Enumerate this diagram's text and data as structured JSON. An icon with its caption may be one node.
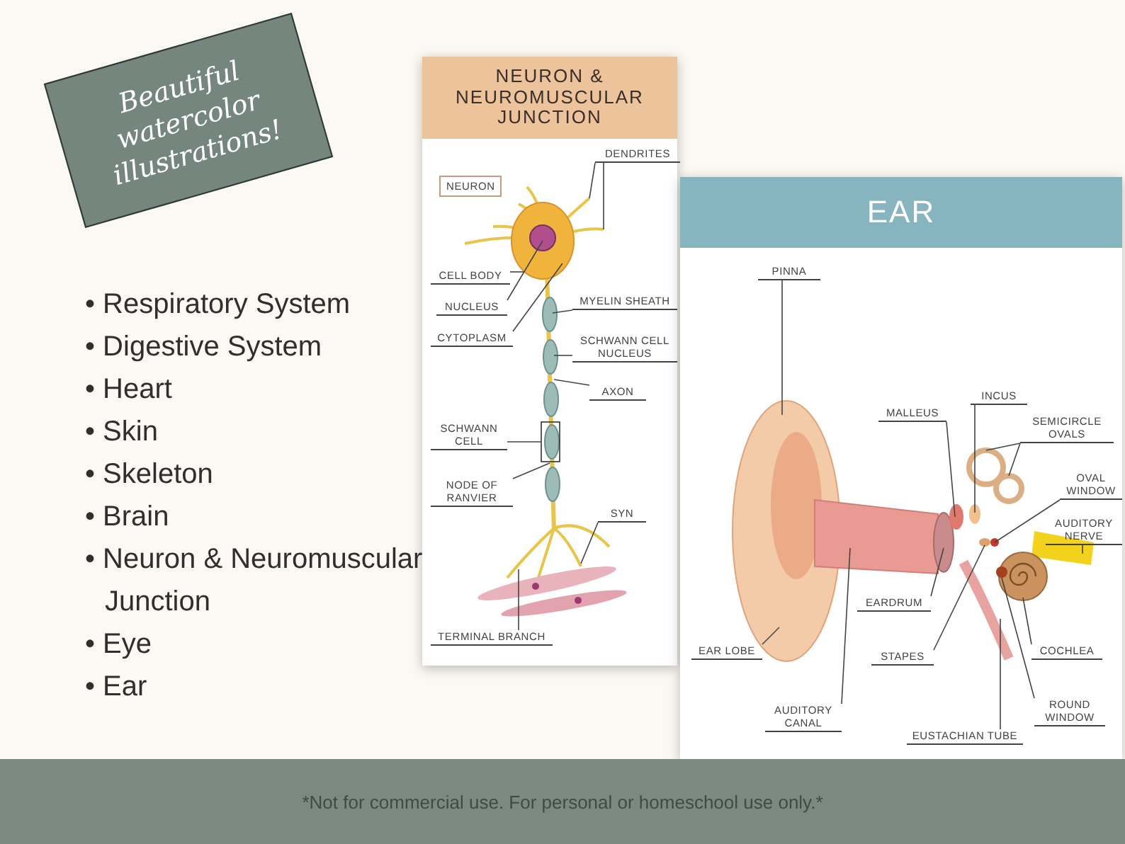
{
  "diagram": {
    "nodes": [
      {
        "text": [
          "Beautiful watercolor illustrations!"
        ]
      },
      {
        "text": [
          "NEURON & NEUROMUSCULAR JUNCTION"
        ]
      },
      {
        "text": [
          "NEURON"
        ],
        "in": 1
      },
      {
        "text": [
          "DENDRITES"
        ],
        "in": 1
      },
      {
        "text": [
          "CELL BODY"
        ],
        "in": 1
      },
      {
        "text": [
          "NUCLEUS"
        ],
        "in": 1
      },
      {
        "text": [
          "CYTOPLASM"
        ],
        "in": 1
      },
      {
        "text": [
          "MYELIN SHEATH"
        ],
        "in": 1
      },
      {
        "text": [
          "SCHWANN CELL NUCLEUS"
        ],
        "in": 1
      },
      {
        "text": [
          "AXON"
        ],
        "in": 1
      },
      {
        "text": [
          "SCHWANN CELL"
        ],
        "in": 1
      },
      {
        "text": [
          "NODE OF RANVIER"
        ],
        "in": 1
      },
      {
        "text": [
          "SYN"
        ],
        "in": 1
      },
      {
        "text": [
          "TERMINAL BRANCH"
        ],
        "in": 1
      },
      {
        "text": [
          "EAR"
        ]
      },
      {
        "text": [
          "PINNA"
        ],
        "in": 14
      },
      {
        "text": [
          "INCUS"
        ],
        "in": 14
      },
      {
        "text": [
          "MALLEUS"
        ],
        "in": 14
      },
      {
        "text": [
          "SEMICIRCLE OVALS"
        ],
        "in": 14
      },
      {
        "text": [
          "OVAL WINDOW"
        ],
        "in": 14
      },
      {
        "text": [
          "AUDITORY NERVE"
        ],
        "in": 14
      },
      {
        "text": [
          "EARDRUM"
        ],
        "in": 14
      },
      {
        "text": [
          "STAPES"
        ],
        "in": 14
      },
      {
        "text": [
          "COCHLEA"
        ],
        "in": 14
      },
      {
        "text": [
          "EAR LOBE"
        ],
        "in": 14
      },
      {
        "text": [
          "AUDITORY CANAL"
        ],
        "in": 14
      },
      {
        "text": [
          "ROUND WINDOW"
        ],
        "in": 14
      },
      {
        "text": [
          "EUSTACHIAN TUBE"
        ],
        "in": 14
      },
      {
        "text": [
          "*Not for commercial use. For personal or homeschool use only.*"
        ]
      }
    ],
    "edges": [
      {
        "from": 3,
        "to": null,
        "arrow": "none"
      },
      {
        "from": 3,
        "to": null,
        "arrow": "none"
      },
      {
        "from": 4,
        "to": null,
        "arrow": "none"
      },
      {
        "from": 5,
        "to": null,
        "arrow": "none"
      },
      {
        "from": 6,
        "to": null,
        "arrow": "none"
      },
      {
        "from": 7,
        "to": null,
        "arrow": "none"
      },
      {
        "from": 8,
        "to": null,
        "arrow": "none"
      },
      {
        "from": 9,
        "to": null,
        "arrow": "none"
      },
      {
        "from": 10,
        "to": null,
        "arrow": "none"
      },
      {
        "from": 11,
        "to": null,
        "arrow": "none"
      },
      {
        "from": 12,
        "to": null,
        "arrow": "none"
      },
      {
        "from": 13,
        "to": null,
        "arrow": "none"
      },
      {
        "from": 15,
        "to": null,
        "arrow": "none"
      },
      {
        "from": 16,
        "to": null,
        "arrow": "none"
      },
      {
        "from": 17,
        "to": null,
        "arrow": "none"
      },
      {
        "from": 18,
        "to": null,
        "arrow": "none"
      },
      {
        "from": 18,
        "to": null,
        "arrow": "none"
      },
      {
        "from": 19,
        "to": null,
        "arrow": "none"
      },
      {
        "from": 20,
        "to": null,
        "arrow": "none"
      },
      {
        "from": 21,
        "to": null,
        "arrow": "none"
      },
      {
        "from": 22,
        "to": null,
        "arrow": "none"
      },
      {
        "from": 23,
        "to": null,
        "arrow": "none"
      },
      {
        "from": 24,
        "to": null,
        "arrow": "none"
      },
      {
        "from": 25,
        "to": null,
        "arrow": "none"
      },
      {
        "from": 26,
        "to": null,
        "arrow": "none"
      },
      {
        "from": 27,
        "to": null,
        "arrow": "none"
      }
    ],
    "labels": [
      "• Respiratory System",
      "• Digestive System",
      "• Heart",
      "• Skin",
      "• Skeleton",
      "• Brain",
      "• Neuron & Neuromuscular Junction",
      "• Eye",
      "• Ear"
    ]
  }
}
